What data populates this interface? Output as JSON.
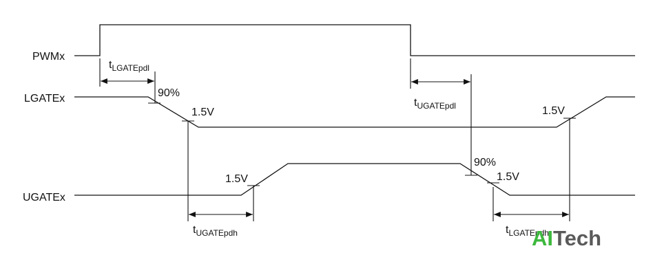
{
  "signals": {
    "pwm": "PWMx",
    "lgate": "LGATEx",
    "ugate": "UGATEx"
  },
  "thresholds": {
    "p90": "90%",
    "v15": "1.5V"
  },
  "timing": {
    "t_prefix": "t",
    "lgate_pdl": "LGATEpdl",
    "ugate_pdl": "UGATEpdl",
    "ugate_pdh": "UGATEpdh",
    "lgate_pdh": "LGATEpdh"
  },
  "watermark": {
    "part_a": "AI",
    "part_b": "Tech",
    "color_a": "#3db83d",
    "color_b": "#5a5a5a"
  }
}
